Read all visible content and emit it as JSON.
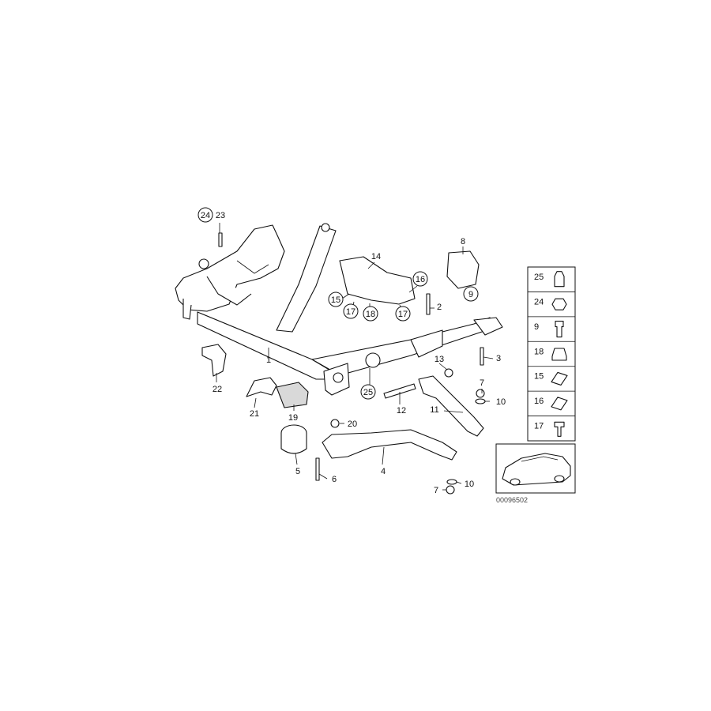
{
  "diagram": {
    "callouts": [
      {
        "id": "c24",
        "text": "24",
        "circled": true
      },
      {
        "id": "c23",
        "text": "23",
        "circled": false
      },
      {
        "id": "c14",
        "text": "14",
        "circled": false
      },
      {
        "id": "c8",
        "text": "8",
        "circled": false
      },
      {
        "id": "c9",
        "text": "9",
        "circled": true
      },
      {
        "id": "c16",
        "text": "16",
        "circled": true
      },
      {
        "id": "c15",
        "text": "15",
        "circled": true
      },
      {
        "id": "c17a",
        "text": "17",
        "circled": true
      },
      {
        "id": "c18",
        "text": "18",
        "circled": true
      },
      {
        "id": "c17b",
        "text": "17",
        "circled": true
      },
      {
        "id": "c2",
        "text": "2",
        "circled": false
      },
      {
        "id": "c3",
        "text": "3",
        "circled": false
      },
      {
        "id": "c1",
        "text": "1",
        "circled": false
      },
      {
        "id": "c22",
        "text": "22",
        "circled": false
      },
      {
        "id": "c21",
        "text": "21",
        "circled": false
      },
      {
        "id": "c19",
        "text": "19",
        "circled": false
      },
      {
        "id": "c25",
        "text": "25",
        "circled": true
      },
      {
        "id": "c13",
        "text": "13",
        "circled": false
      },
      {
        "id": "c12",
        "text": "12",
        "circled": false
      },
      {
        "id": "c11",
        "text": "11",
        "circled": false
      },
      {
        "id": "c7a",
        "text": "7",
        "circled": false
      },
      {
        "id": "c10a",
        "text": "10",
        "circled": false
      },
      {
        "id": "c20",
        "text": "20",
        "circled": false
      },
      {
        "id": "c5",
        "text": "5",
        "circled": false
      },
      {
        "id": "c6",
        "text": "6",
        "circled": false
      },
      {
        "id": "c4",
        "text": "4",
        "circled": false
      },
      {
        "id": "c10b",
        "text": "10",
        "circled": false
      },
      {
        "id": "c7b",
        "text": "7",
        "circled": false
      }
    ],
    "legend": [
      {
        "text": "25",
        "icon": "nut-tall-icon"
      },
      {
        "text": "24",
        "icon": "nut-hex-icon"
      },
      {
        "text": "9",
        "icon": "bolt-icon"
      },
      {
        "text": "18",
        "icon": "nut-flange-icon"
      },
      {
        "text": "15",
        "icon": "clip-nut-icon"
      },
      {
        "text": "16",
        "icon": "clip-nut-icon"
      },
      {
        "text": "17",
        "icon": "screw-icon"
      }
    ],
    "code": "00096502"
  }
}
